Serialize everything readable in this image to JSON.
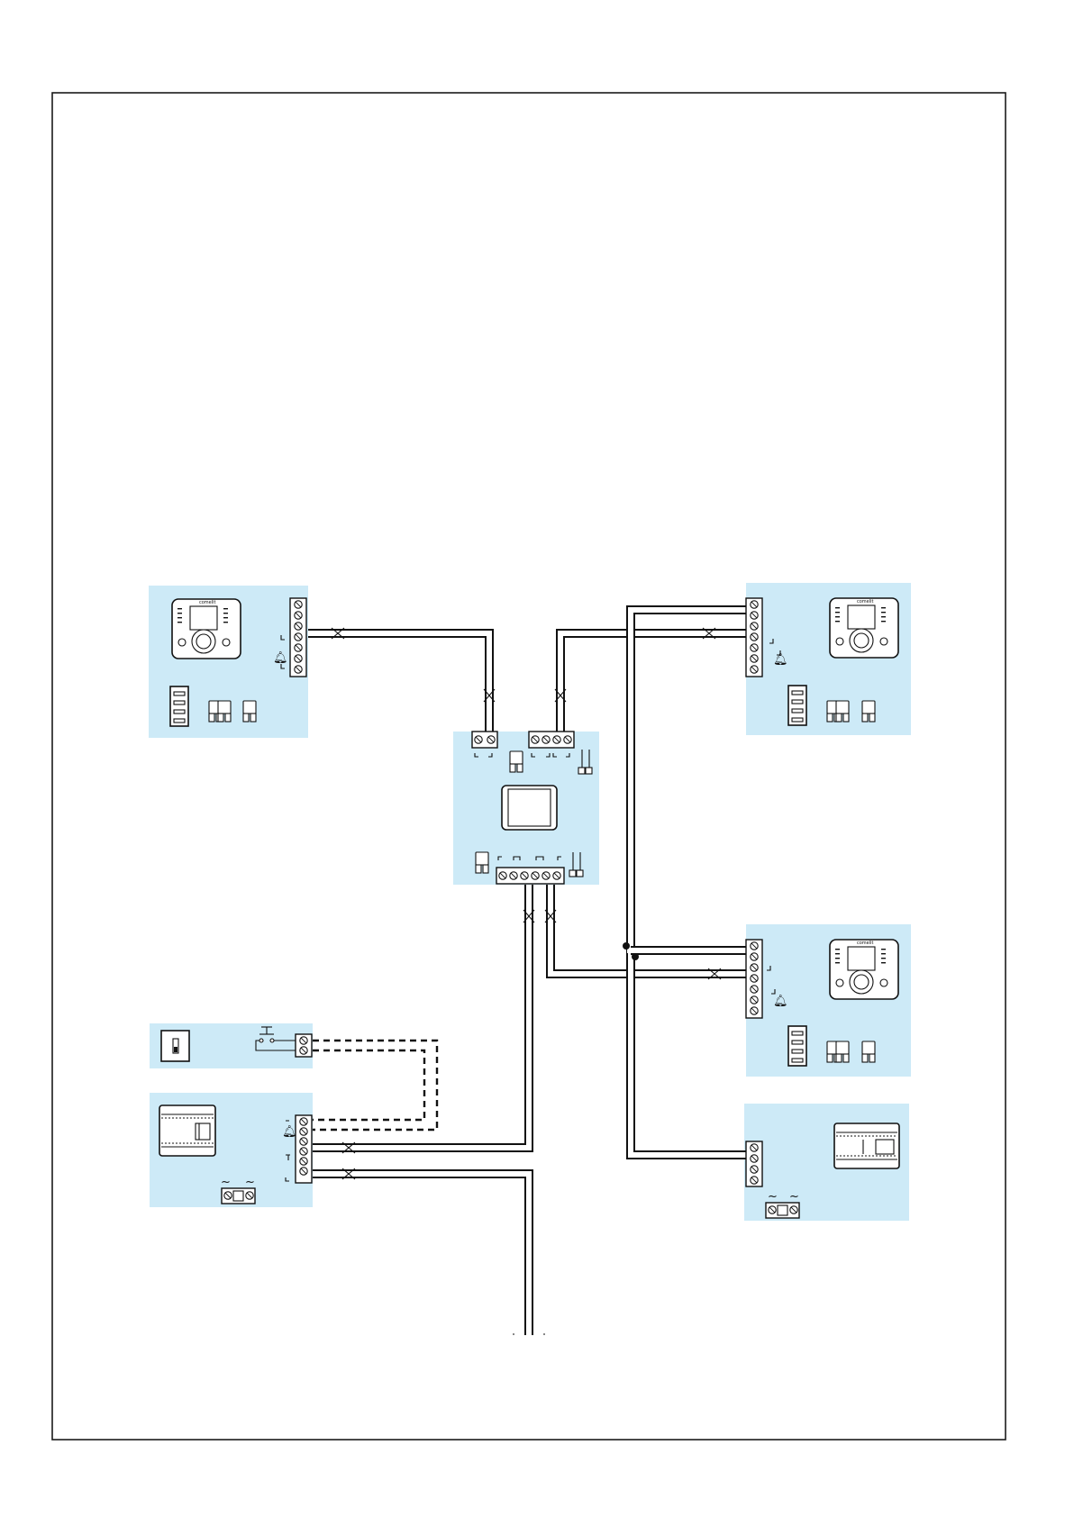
{
  "diagram": {
    "colors": {
      "zone_fill": "#cdeaf7",
      "wire": "#111111",
      "frame": "#1a1a1a"
    },
    "monitors": [
      {
        "name": "monitor-top-left",
        "brand": "comelit"
      },
      {
        "name": "monitor-top-right",
        "brand": "comelit"
      },
      {
        "name": "monitor-bottom-right",
        "brand": "comelit"
      }
    ],
    "icons": {
      "bell": "bell-icon",
      "ac_supply": "ac-tilde-icon",
      "push_button": "push-button-icon",
      "jumper": "jumper-icon",
      "terminal": "screw-terminal-icon"
    },
    "ac_symbols": {
      "left": [
        "~",
        "~"
      ],
      "right": [
        "~",
        "~"
      ]
    }
  }
}
